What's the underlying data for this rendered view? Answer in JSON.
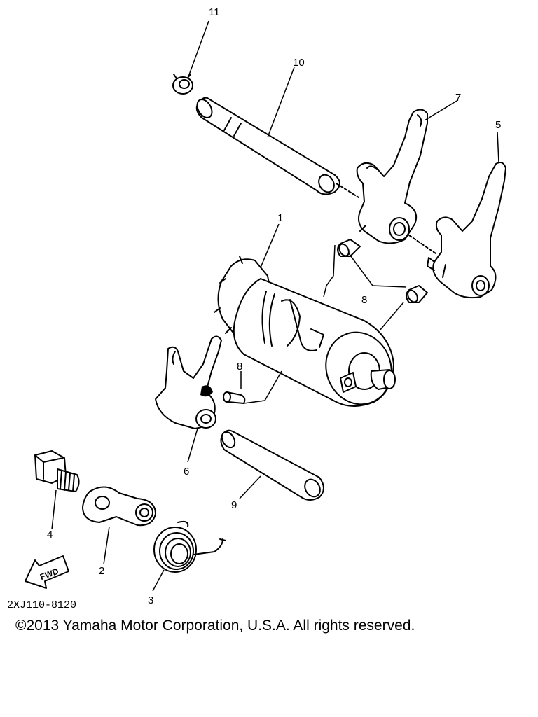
{
  "diagram": {
    "callouts": [
      {
        "id": "c11",
        "text": "11"
      },
      {
        "id": "c10",
        "text": "10"
      },
      {
        "id": "c7",
        "text": "7"
      },
      {
        "id": "c5",
        "text": "5"
      },
      {
        "id": "c1",
        "text": "1"
      },
      {
        "id": "c8a",
        "text": "8"
      },
      {
        "id": "c8b",
        "text": "8"
      },
      {
        "id": "c6",
        "text": "6"
      },
      {
        "id": "c9",
        "text": "9"
      },
      {
        "id": "c4",
        "text": "4"
      },
      {
        "id": "c2",
        "text": "2"
      },
      {
        "id": "c3",
        "text": "3"
      }
    ],
    "fwd_label": "FWD",
    "part_code": "2XJ110-8120"
  },
  "footer": {
    "copyright": "©2013 Yamaha Motor Corporation, U.S.A. All rights reserved."
  }
}
